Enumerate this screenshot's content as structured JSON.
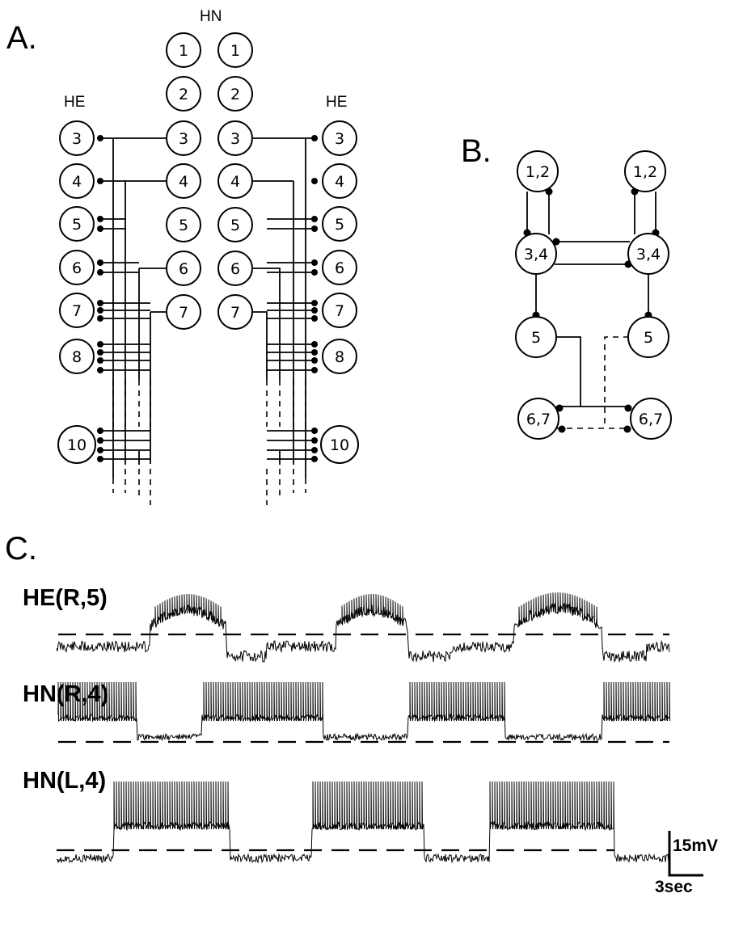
{
  "panels": {
    "a": {
      "label": "A.",
      "hn_label": "HN",
      "he_left_label": "HE",
      "he_right_label": "HE",
      "hn_left": [
        "1",
        "2",
        "3",
        "4",
        "5",
        "6",
        "7"
      ],
      "hn_right": [
        "1",
        "2",
        "3",
        "4",
        "5",
        "6",
        "7"
      ],
      "he_left": [
        "3",
        "4",
        "5",
        "6",
        "7",
        "8",
        "10"
      ],
      "he_right": [
        "3",
        "4",
        "5",
        "6",
        "7",
        "8",
        "10"
      ]
    },
    "b": {
      "label": "B.",
      "nodes": [
        "1,2",
        "1,2",
        "3,4",
        "3,4",
        "5",
        "5",
        "6,7",
        "6,7"
      ]
    },
    "c": {
      "label": "C.",
      "traces": [
        {
          "label": "HE(R,5)"
        },
        {
          "label": "HN(R,4)"
        },
        {
          "label": "HN(L,4)"
        }
      ],
      "scale": {
        "voltage": "15mV",
        "time": "3sec"
      }
    }
  }
}
